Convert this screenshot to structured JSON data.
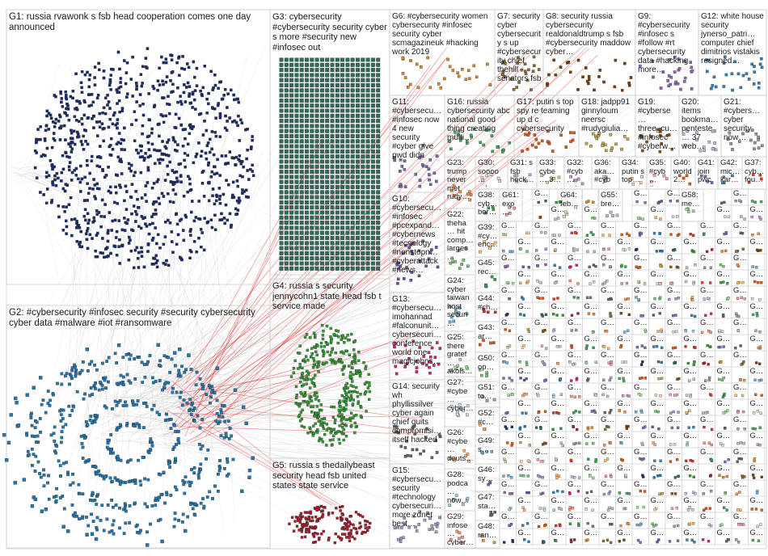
{
  "graph": {
    "groups": [
      {
        "id": "G1",
        "label": "G1: russia rvawonk s fsb head cooperation comes one day announced",
        "color": "#1a2a6c"
      },
      {
        "id": "G2",
        "label": "G2: #cybersecurity #infosec security #security cybersecurity cyber data #malware #iot #ransomware",
        "color": "#1f78b4"
      },
      {
        "id": "G3",
        "label": "G3: cybersecurity #cybersecurity security cyber s more #security new #infosec out",
        "color": "#2e6b5a"
      },
      {
        "id": "G4",
        "label": "G4: russia s security jennycohn1 state head fsb t service made",
        "color": "#2ca02c"
      },
      {
        "id": "G5",
        "label": "G5: russia s thedailybeast security head fsb united states state service",
        "color": "#b2182b"
      },
      {
        "id": "G6",
        "label": "G6: #cybersecurity women cybersecurity #infosec security cyber scmagazineuk #hacking work 2019",
        "color": "#e08a1e"
      },
      {
        "id": "G7",
        "label": "G7: security cyber cybersecurity s up #cybersecurity chief thehill senators fsb",
        "color": "#8c6d31"
      },
      {
        "id": "G8",
        "label": "G8: security russia cybersecurity realdonaldtrump s fsb #cybersecurity maddow cyber…",
        "color": "#7f3b08"
      },
      {
        "id": "G9",
        "label": "G9: #cybersecurity #infosec s #follow #rt cybersecurity data #hacking more…",
        "color": "#9467bd"
      },
      {
        "id": "G10",
        "label": "G10: #cybersecu… #infosec #pcexpand… #cybernews #tecnology #nonstopn… #cyberattack #news…",
        "color": "#6a51a3"
      },
      {
        "id": "G11",
        "label": "G11: #cybersecu… #infosec now 4 new security #cyber give pwd didn",
        "color": "#756bb1"
      },
      {
        "id": "G12",
        "label": "G12: white house security jynerso_patri… computer chief dimitrios vistakis resigned…",
        "color": "#3182bd"
      },
      {
        "id": "G13",
        "label": "G13: #cybersecu… imohannad #falconunit… cybersecuri… conference world one magicjohns…",
        "color": "#dd1c77"
      },
      {
        "id": "G14",
        "label": "G14: security wh phyllissilver cyber again chief quits compromisi… itself hacked",
        "color": "#636363"
      },
      {
        "id": "G15",
        "label": "G15: #cybersecu… security #technology cybersecuri… more zdnet best…",
        "color": "#9e9ac8"
      },
      {
        "id": "G16",
        "label": "G16: russia cybersecurity abc national good thing creating multi…",
        "color": "#41ab5d"
      },
      {
        "id": "G17",
        "label": "G17: putin s top spy re teaming up d c cybersecurity",
        "color": "#e6550d"
      },
      {
        "id": "G18",
        "label": "G18: jadpp91 ginnyloum neersc #rudygiulia…",
        "color": "#c7a94a"
      },
      {
        "id": "G19",
        "label": "G19: #cyberse… three_cu… #infosec #cyberw…",
        "color": "#8c510a"
      },
      {
        "id": "G20",
        "label": "G20: items bookma… penteste… 37 web…",
        "color": "#bcbddc"
      },
      {
        "id": "G21",
        "label": "G21: #cybers… cyber security now…",
        "color": "#969696"
      },
      {
        "id": "G22",
        "label": "G22: theha… hit comp… larges…",
        "color": "#74c476"
      },
      {
        "id": "G23",
        "label": "G23: trump never met rudy…",
        "color": "#fd8d3c"
      },
      {
        "id": "G24",
        "label": "G24: cyber taiwan host securi…",
        "color": "#6baed6"
      },
      {
        "id": "G25",
        "label": "G25: there gratef… akols…",
        "color": "#a1d99b"
      },
      {
        "id": "G26",
        "label": "G26: #cybe… deuts…",
        "color": "#fdae6b"
      },
      {
        "id": "G27",
        "label": "G27: #cybe… cyber…",
        "color": "#c6dbef"
      },
      {
        "id": "G28",
        "label": "G28: podca… now…",
        "color": "#9ecae1"
      },
      {
        "id": "G29",
        "label": "G29: infose… cyber…",
        "color": "#fc9272"
      },
      {
        "id": "G30",
        "label": "G30: soooo… cyber…",
        "color": "#d9d9d9"
      },
      {
        "id": "G31",
        "label": "G31: s fsb heck…",
        "color": "#bdbdbd"
      },
      {
        "id": "G32",
        "label": "G32: #cyb… saty…",
        "color": "#c994c7"
      },
      {
        "id": "G33",
        "label": "G33: cybe… 3…",
        "color": "#addd8e"
      },
      {
        "id": "G34",
        "label": "G34: putin s top…",
        "color": "#fdd0a2"
      },
      {
        "id": "G35",
        "label": "G35: #cyb… #cy…",
        "color": "#fa9fb5"
      },
      {
        "id": "G36",
        "label": "G36: aka… #cyb…",
        "color": "#cbc9e2"
      },
      {
        "id": "G37",
        "label": "G37: cyb… fou…",
        "color": "#f03b20"
      },
      {
        "id": "G38",
        "label": "G38: cyb… bor…",
        "color": "#31a354"
      },
      {
        "id": "G39",
        "label": "G39: #cy… enc…",
        "color": "#fec44f"
      },
      {
        "id": "G40",
        "label": "G40: world 2…",
        "color": "#d95f0e"
      },
      {
        "id": "G41",
        "label": "G41: join pwc…",
        "color": "#756bb1"
      },
      {
        "id": "G42",
        "label": "G42: mic… kar…",
        "color": "#3182bd"
      },
      {
        "id": "G43",
        "label": "G43: ar…",
        "color": "#e6550d"
      },
      {
        "id": "G44",
        "label": "G44: #ch…",
        "color": "#de2d26"
      },
      {
        "id": "G45",
        "label": "G45: rec…",
        "color": "#31a354"
      },
      {
        "id": "G46",
        "label": "G46: sy…",
        "color": "#756bb1"
      },
      {
        "id": "G47",
        "label": "G47: sta…",
        "color": "#636363"
      },
      {
        "id": "G48",
        "label": "G48: ran…",
        "color": "#fd8d3c"
      },
      {
        "id": "G49",
        "label": "G49: s…",
        "color": "#6baed6"
      },
      {
        "id": "G50",
        "label": "G50: op…",
        "color": "#74c476"
      },
      {
        "id": "G51",
        "label": "G51: to…",
        "color": "#9e9ac8"
      },
      {
        "id": "G52",
        "label": "G52: #c…",
        "color": "#fdae6b"
      },
      {
        "id": "G55",
        "label": "G55: bre…",
        "color": "#bcbddc"
      },
      {
        "id": "G58",
        "label": "G58: me…",
        "color": "#a1d99b"
      },
      {
        "id": "G61",
        "label": "G61: exp…",
        "color": "#e7969c"
      },
      {
        "id": "G64",
        "label": "G64: feb…",
        "color": "#c7e9c0"
      }
    ],
    "tiny_label": "G…",
    "colors": {
      "frame": "#cfcfcf",
      "edge": "#bdbdbd",
      "edge_red": "#e31a1c",
      "text": "#1a1a1a",
      "tile": "#c8c8c8"
    }
  }
}
